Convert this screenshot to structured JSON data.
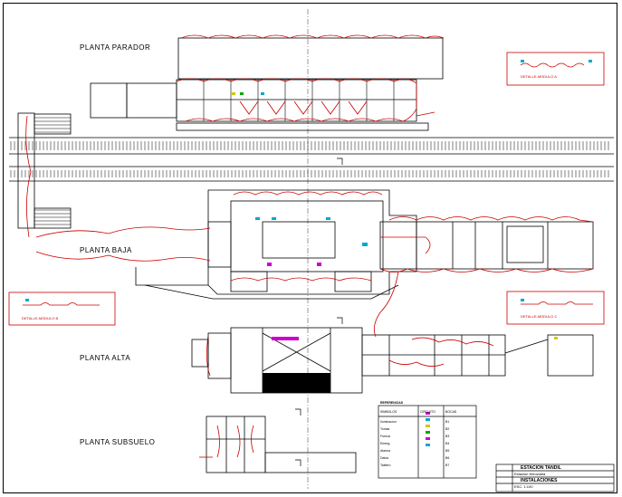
{
  "plans": {
    "parador": "PLANTA  PARADOR",
    "baja": "PLANTA  BAJA",
    "alta": "PLANTA  ALTA",
    "subsuelo": "PLANTA  SUBSUELO"
  },
  "details": {
    "d1": "DETALLE-MODULO  A",
    "d2": "DETALLE-MODULO  B",
    "d3": "DETALLE-MODULO  C"
  },
  "legend": {
    "title": "REFERENCIAS",
    "headers": [
      "SIMBOLOS",
      "CIRCUITO",
      "BOCAS"
    ],
    "rows": [
      {
        "label": "Iluminacion",
        "code": "B1"
      },
      {
        "label": "Tomas",
        "code": "B2"
      },
      {
        "label": "Fuerza",
        "code": "B3"
      },
      {
        "label": "Emerg.",
        "code": "B4"
      },
      {
        "label": "Alarma",
        "code": "B5"
      },
      {
        "label": "Datos",
        "code": "B6"
      },
      {
        "label": "Tablero",
        "code": "B7"
      }
    ]
  },
  "titleblock": {
    "project": "ESTACION TANDIL",
    "line1": "Estacion ferroviaria",
    "subject": "INSTALACIONES",
    "scale": "ESC. 1:100"
  },
  "colors": {
    "wire": "#cc0000",
    "wall": "#000000",
    "cyan": "#00aacc",
    "magenta": "#cc00cc",
    "yellow": "#cccc00",
    "green": "#00aa00"
  }
}
